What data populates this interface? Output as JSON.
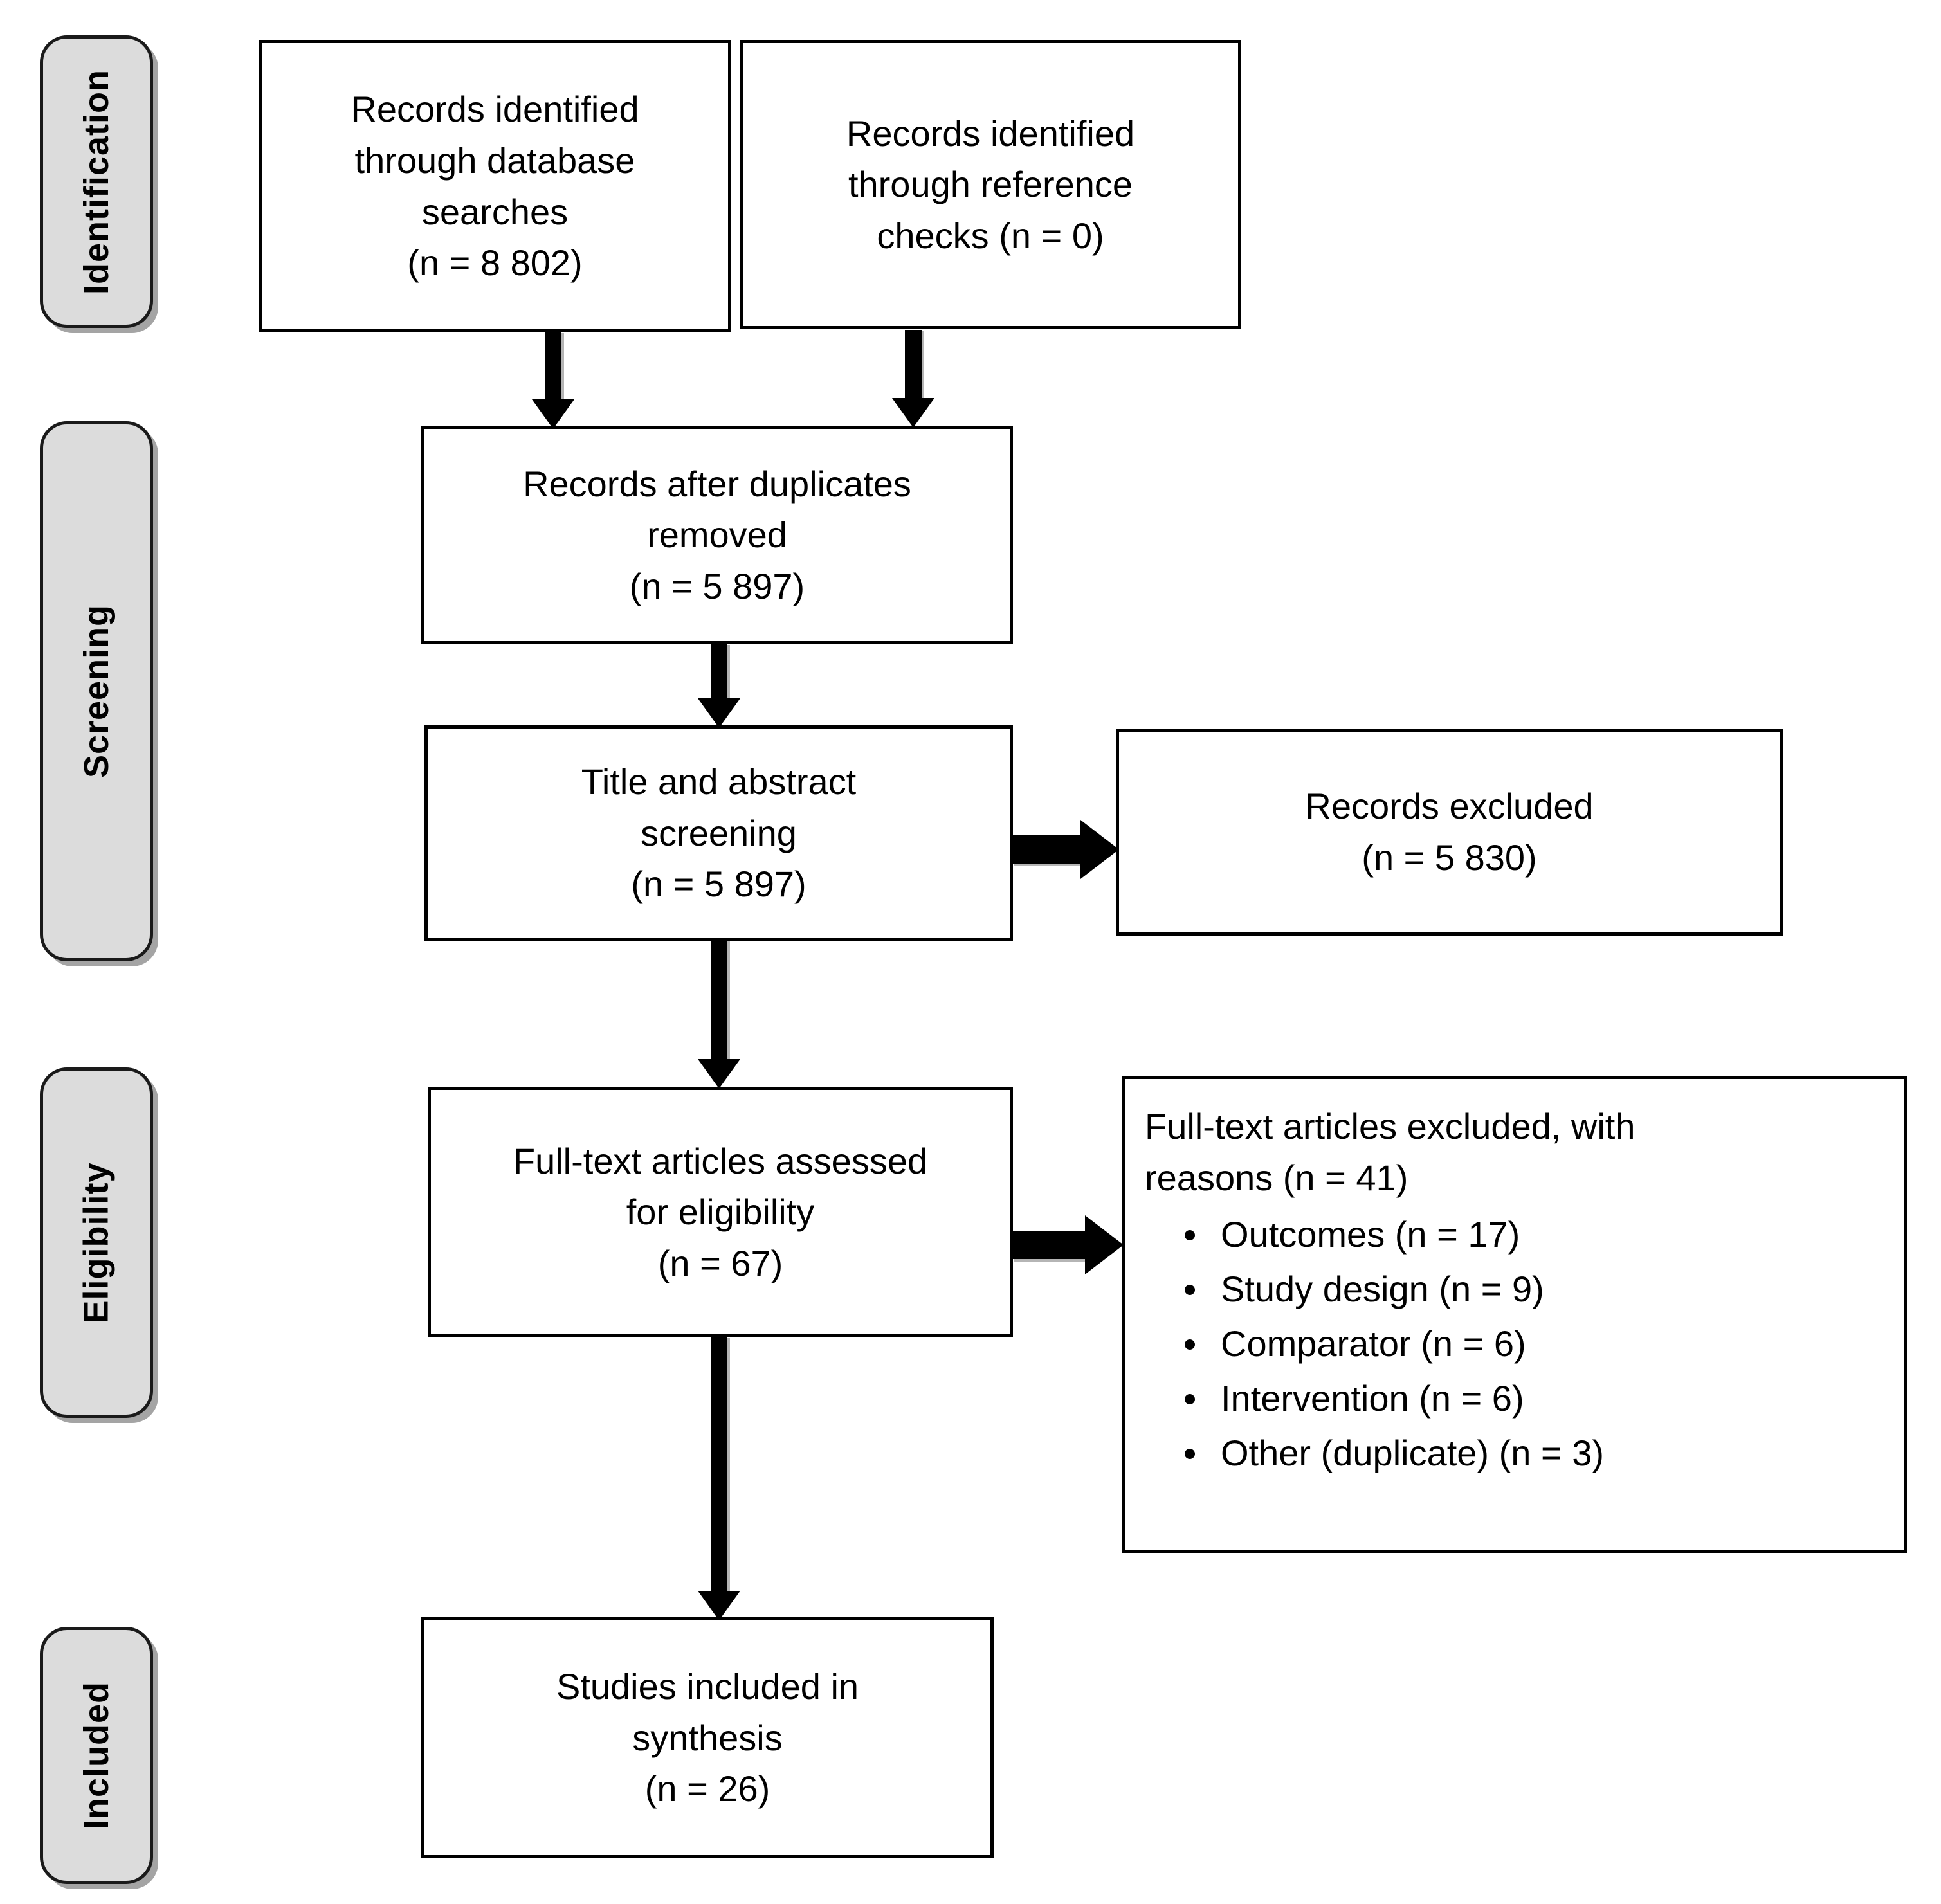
{
  "diagram": {
    "type": "prisma-flow-diagram",
    "stages": [
      {
        "id": "identification",
        "label": "Identification"
      },
      {
        "id": "screening",
        "label": "Screening"
      },
      {
        "id": "eligibility",
        "label": "Eligibility"
      },
      {
        "id": "included",
        "label": "Included"
      }
    ],
    "boxes": {
      "records_database": {
        "lines": [
          "Records identified",
          "through database",
          "searches",
          "(n = 8 802)"
        ],
        "count": "8 802"
      },
      "records_reference": {
        "lines": [
          "Records identified",
          "through reference",
          "checks (n = 0)"
        ],
        "count": "0"
      },
      "duplicates_removed": {
        "lines": [
          "Records after duplicates",
          "removed",
          "(n = 5 897)"
        ],
        "count": "5 897"
      },
      "title_abstract": {
        "lines": [
          "Title and abstract",
          "screening",
          "(n = 5 897)"
        ],
        "count": "5 897"
      },
      "records_excluded": {
        "lines": [
          "Records excluded",
          "(n = 5 830)"
        ],
        "count": "5 830"
      },
      "fulltext_assessed": {
        "lines": [
          "Full-text articles assessed",
          "for eligibility",
          "(n = 67)"
        ],
        "count": "67"
      },
      "fulltext_excluded": {
        "lines": [
          "Full-text articles excluded, with",
          "reasons (n = 41)"
        ],
        "count": "41",
        "reasons": [
          "Outcomes (n = 17)",
          "Study design (n = 9)",
          "Comparator (n = 6)",
          "Intervention (n = 6)",
          "Other (duplicate) (n = 3)"
        ]
      },
      "studies_included": {
        "lines": [
          "Studies included in",
          "synthesis",
          "(n = 26)"
        ],
        "count": "26"
      }
    },
    "colors": {
      "pill_fill": "#DCDCDC",
      "pill_border": "#1a1a1a",
      "box_border": "#000000",
      "arrow": "#000000",
      "background": "#ffffff",
      "text": "#000000"
    }
  }
}
